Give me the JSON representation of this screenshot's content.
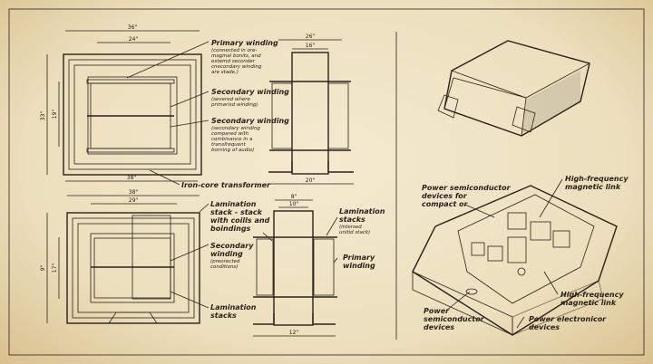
{
  "left_panel": {
    "top_front": {
      "dims": {
        "width_outer": "36\"",
        "width_inner": "24\"",
        "height_outer": "33\"",
        "height_inner": "19\"",
        "bottom": "38\""
      },
      "labels": [
        {
          "title": "Primary winding",
          "note": [
            "(connected in ore-",
            "maginal bonits, and",
            "extemd seconder",
            "cnecondary winding",
            "are stade.)"
          ]
        },
        {
          "title": "Secondary winding",
          "note": [
            "(severed where",
            "primarisd winding)"
          ]
        },
        {
          "title": "Secondary winding",
          "note": [
            "(secondary winding",
            "compared with",
            "combinance in a",
            "transfrequent",
            "borning of audio)"
          ]
        }
      ],
      "caption": "Iron-core transformer"
    },
    "top_side": {
      "dims": {
        "outer": "26\"",
        "inner": "16\"",
        "base": "20\""
      }
    },
    "bottom_front": {
      "dims": {
        "width_outer": "38\"",
        "width_inner": "29\"",
        "height_outer": "9\"",
        "height_inner": "17\""
      },
      "labels": [
        {
          "title": [
            "Lamination",
            "stack - stack",
            "with coills and",
            "boindings"
          ]
        },
        {
          "title": [
            "Secondary",
            "winding"
          ],
          "note": [
            "(preorected",
            "conditions)"
          ]
        },
        {
          "title": [
            "Lamination",
            "stacks"
          ]
        }
      ]
    },
    "bottom_side": {
      "dims": {
        "outer": "8\"",
        "inner": "10\"",
        "base": "12\""
      },
      "labels": [
        {
          "title": [
            "Lamination",
            "stacks"
          ],
          "note": [
            "(intersed",
            "unitid stack)"
          ]
        },
        {
          "title": [
            "Primary",
            "winding"
          ]
        }
      ]
    }
  },
  "right_panel": {
    "labels": [
      {
        "title": [
          "Power semiconductor",
          "devices for",
          "compact or"
        ]
      },
      {
        "title": [
          "High-frequency",
          "magnetic link"
        ]
      },
      {
        "title": [
          "High-frequency",
          "magnetic link"
        ]
      },
      {
        "title": [
          "Power",
          "semiconductor",
          "devices"
        ]
      },
      {
        "title": [
          "Power electronicor",
          "devices"
        ]
      }
    ]
  },
  "colors": {
    "paper": "#f1e6c8",
    "ink": "#2a2218"
  }
}
